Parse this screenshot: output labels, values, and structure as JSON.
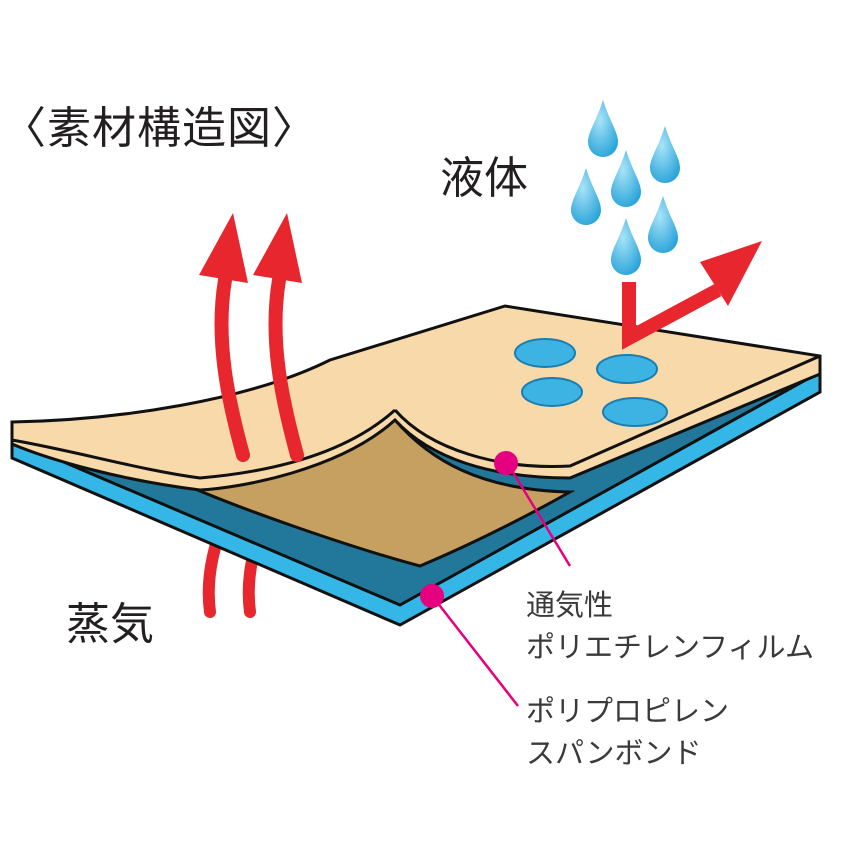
{
  "title": "〈素材構造図〉",
  "labels": {
    "liquid": "液体",
    "steam": "蒸気",
    "film_line1": "通気性",
    "film_line2": "ポリエチレンフィルム",
    "spunbond_line1": "ポリプロピレン",
    "spunbond_line2": "スパンボンド"
  },
  "colors": {
    "top_layer": "#f8d9aa",
    "top_layer_underside": "#c5a060",
    "bottom_layer_edge": "#34b6e6",
    "bottom_layer_surface": "#21789a",
    "arrow": "#e8262d",
    "droplet": "#3cb3e3",
    "marker": "#e4007f",
    "outline": "#111111"
  }
}
